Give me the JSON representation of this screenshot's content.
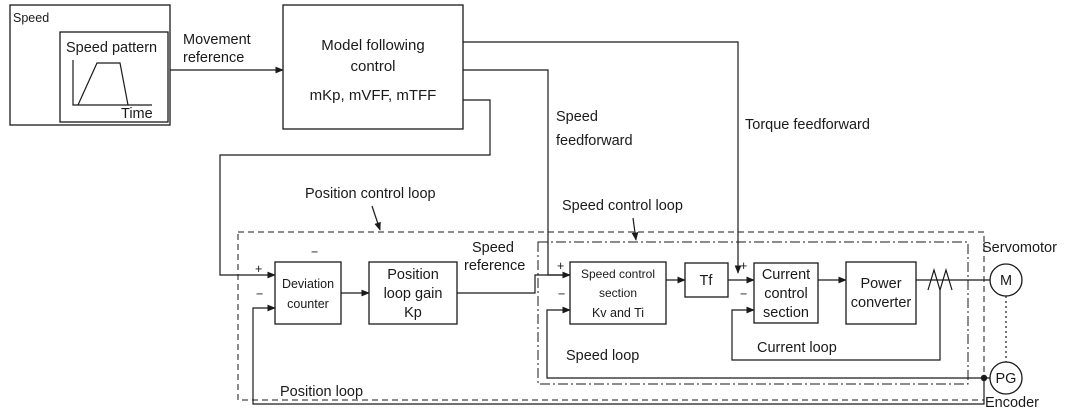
{
  "speed_pattern_box": {
    "speed_label": "Speed",
    "pattern_label": "Speed pattern",
    "time_label": "Time"
  },
  "movement_reference": [
    "Movement",
    "reference"
  ],
  "model_following": {
    "line1": "Model following",
    "line2": "control",
    "line3": "mKp, mVFF, mTFF"
  },
  "speed_feedforward": [
    "Speed",
    "feedforward"
  ],
  "torque_feedforward": "Torque feedforward",
  "position_control_loop": "Position control loop",
  "speed_control_loop": "Speed control loop",
  "speed_reference": [
    "Speed",
    "reference"
  ],
  "deviation_counter": [
    "Deviation",
    "counter"
  ],
  "position_loop_gain": [
    "Position",
    "loop gain",
    "Kp"
  ],
  "speed_control_section": [
    "Speed control",
    "section",
    "Kv and Ti"
  ],
  "tf_label": "Tf",
  "current_control_section": [
    "Current",
    "control",
    "section"
  ],
  "power_converter": [
    "Power",
    "converter"
  ],
  "servomotor": "Servomotor",
  "motor_symbol": "M",
  "pg_symbol": "PG",
  "encoder": "Encoder",
  "speed_loop": "Speed loop",
  "current_loop": "Current loop",
  "position_loop": "Position loop",
  "signs": {
    "plus": "+",
    "minus": "−"
  }
}
